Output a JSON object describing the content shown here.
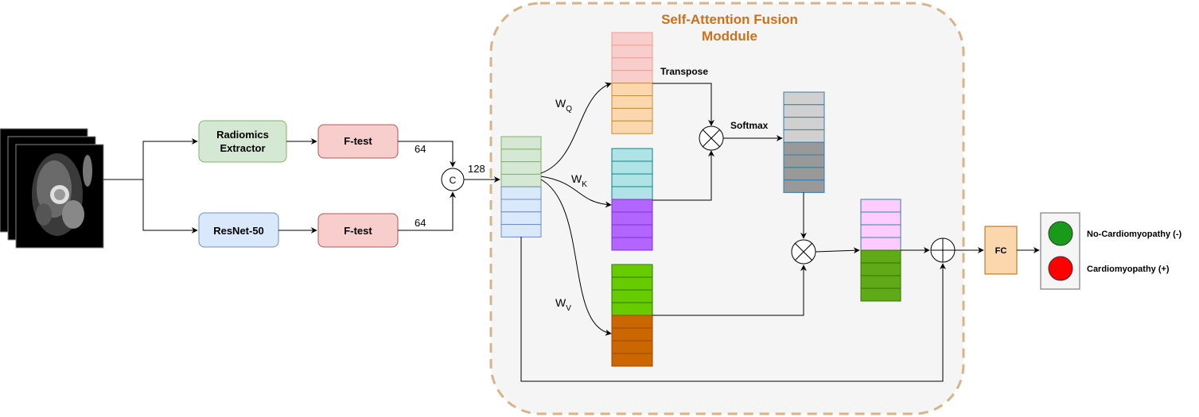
{
  "module": {
    "title_line1": "Self-Attention Fusion",
    "title_line2": "Moddule"
  },
  "boxes": {
    "radiomics_line1": "Radiomics",
    "radiomics_line2": "Extractor",
    "resnet": "ResNet-50",
    "ftest_top": "F-test",
    "ftest_bottom": "F-test",
    "fc": "FC"
  },
  "dims": {
    "top": "64",
    "bottom": "64",
    "concat": "128"
  },
  "concat_symbol": "C",
  "weights": {
    "q": {
      "base": "W",
      "sub": "Q"
    },
    "k": {
      "base": "W",
      "sub": "K"
    },
    "v": {
      "base": "W",
      "sub": "V"
    }
  },
  "ops": {
    "transpose": "Transpose",
    "softmax": "Softmax"
  },
  "outputs": {
    "negative": "No-Cardiomyopathy (-)",
    "positive": "Cardiomyopathy (+)"
  },
  "colors": {
    "radiomics_fill": "#d5e8d4",
    "radiomics_stroke": "#82b366",
    "resnet_fill": "#dae8fc",
    "resnet_stroke": "#6c8ebf",
    "ftest_fill": "#f8cecc",
    "ftest_stroke": "#b85450",
    "fc_fill": "#fad7ac",
    "fc_stroke": "#b46504",
    "module_fill": "#f5f5f5",
    "module_border": "#d6b48a",
    "title_color": "#c9711c",
    "neg_circle": "#1a9a1a",
    "pos_circle": "#ff0000"
  }
}
